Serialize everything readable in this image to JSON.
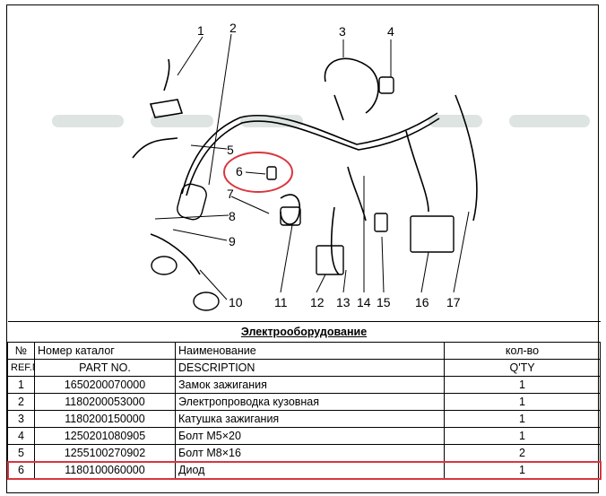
{
  "callouts": [
    "1",
    "2",
    "3",
    "4",
    "5",
    "6",
    "7",
    "8",
    "9",
    "10",
    "11",
    "12",
    "13",
    "14",
    "15",
    "16",
    "17"
  ],
  "section_title": "Электрооборудование",
  "header_row1": {
    "no": "№",
    "part": "Номер каталог",
    "name": "Наименование",
    "qty": "кол-во"
  },
  "header_row2": {
    "no": "REF.NO.",
    "part": "PART NO.",
    "name": "DESCRIPTION",
    "qty": "Q'TY"
  },
  "rows": [
    {
      "no": "1",
      "part": "1650200070000",
      "name": "Замок зажигания",
      "qty": "1"
    },
    {
      "no": "2",
      "part": "1180200053000",
      "name": "Электропроводка кузовная",
      "qty": "1"
    },
    {
      "no": "3",
      "part": "1180200150000",
      "name": "Катушка зажигания",
      "qty": "1"
    },
    {
      "no": "4",
      "part": "1250201080905",
      "name": "Болт M5×20",
      "qty": "1"
    },
    {
      "no": "5",
      "part": "1255100270902",
      "name": "Болт M8×16",
      "qty": "2"
    },
    {
      "no": "6",
      "part": "1180100060000",
      "name": "Диод",
      "qty": "1"
    }
  ],
  "highlight_color": "#d9363e"
}
